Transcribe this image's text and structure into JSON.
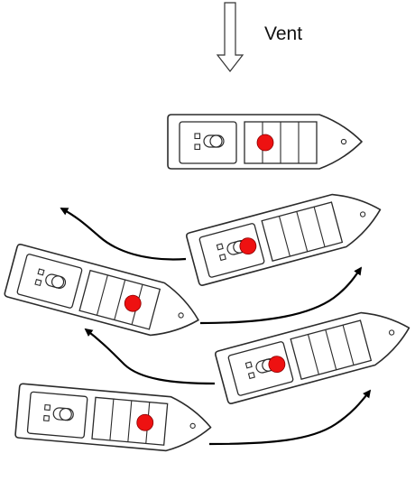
{
  "wind": {
    "label": "Vent",
    "direction": "down",
    "arrow_style": "hollow"
  },
  "colors": {
    "outline": "#2b2b2b",
    "hull_fill": "#ffffff",
    "marker": "#ee1111",
    "marker_stroke": "#8a0000",
    "arrow": "#000000"
  },
  "boats": [
    {
      "id": "boat-top",
      "orientation": "straight",
      "has_turn_arrow": false
    },
    {
      "id": "boat-2",
      "orientation": "angled",
      "turn_arrow": "left"
    },
    {
      "id": "boat-3",
      "orientation": "angled",
      "turn_arrow": "right"
    },
    {
      "id": "boat-4",
      "orientation": "angled",
      "turn_arrow": "left"
    },
    {
      "id": "boat-5",
      "orientation": "angled",
      "turn_arrow": "right"
    }
  ]
}
